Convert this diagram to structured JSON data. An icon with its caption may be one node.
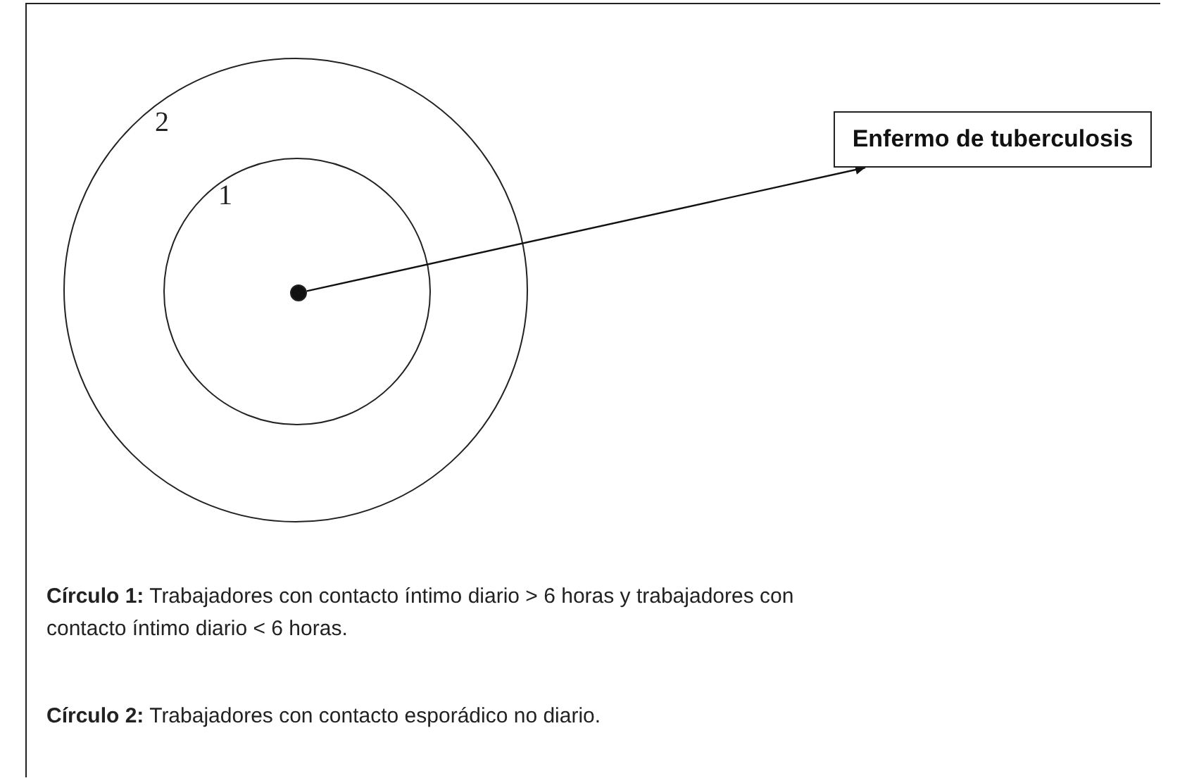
{
  "diagram": {
    "nodes": [
      {
        "text": [
          "2"
        ]
      },
      {
        "text": [
          "1"
        ],
        "in": 0
      },
      {
        "text": [],
        "shape": "circle",
        "in": 1
      },
      {
        "text": [
          "Enfermo de tuberculosis"
        ]
      }
    ],
    "edges": [
      {
        "from": 2,
        "to": 3,
        "arrow": "to"
      }
    ],
    "labels": [
      "**Círculo 1:** Trabajadores con contacto íntimo diario > 6 horas y trabajadores con contacto íntimo diario < 6 horas.",
      "**Círculo 2:** Trabajadores con contacto esporádico no diario."
    ]
  }
}
